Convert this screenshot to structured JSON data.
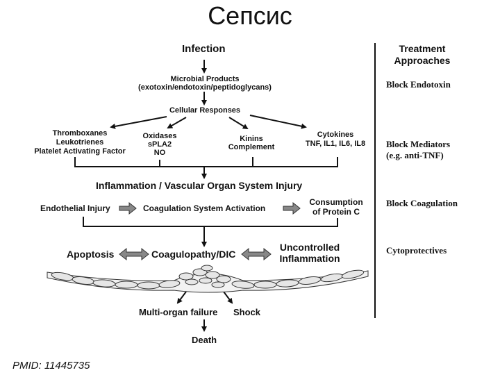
{
  "page": {
    "title": "Сепсис",
    "footnote": "PMID: 11445735"
  },
  "flow": {
    "infection": "Infection",
    "microbial_products": "Microbial Products",
    "microbial_examples": "(exotoxin/endotoxin/peptidoglycans)",
    "cellular_responses": "Cellular Responses",
    "mediators": {
      "thromboxanes": [
        "Thromboxanes",
        "Leukotrienes",
        "Platelet Activating Factor"
      ],
      "oxidases": [
        "Oxidases",
        "sPLA2",
        "NO"
      ],
      "kinins": [
        "Kinins",
        "Complement"
      ],
      "cytokines": [
        "Cytokines",
        "TNF, IL1, IL6, IL8"
      ]
    },
    "inflammation": "Inflammation / Vascular Organ System Injury",
    "endothelial_injury": "Endothelial Injury",
    "coagulation_activation": "Coagulation System Activation",
    "consumption": [
      "Consumption",
      "of Protein C"
    ],
    "apoptosis": "Apoptosis",
    "coagulopathy": "Coagulopathy/DIC",
    "uncontrolled": [
      "Uncontrolled",
      "Inflammation"
    ],
    "multi_organ": "Multi-organ failure",
    "shock": "Shock",
    "death": "Death"
  },
  "treatment": {
    "header": [
      "Treatment",
      "Approaches"
    ],
    "items": [
      [
        "Block Endotoxin"
      ],
      [
        "Block Mediators",
        "(e.g. anti-TNF)"
      ],
      [
        "Block Coagulation"
      ],
      [
        "Cytoprotectives"
      ]
    ]
  }
}
